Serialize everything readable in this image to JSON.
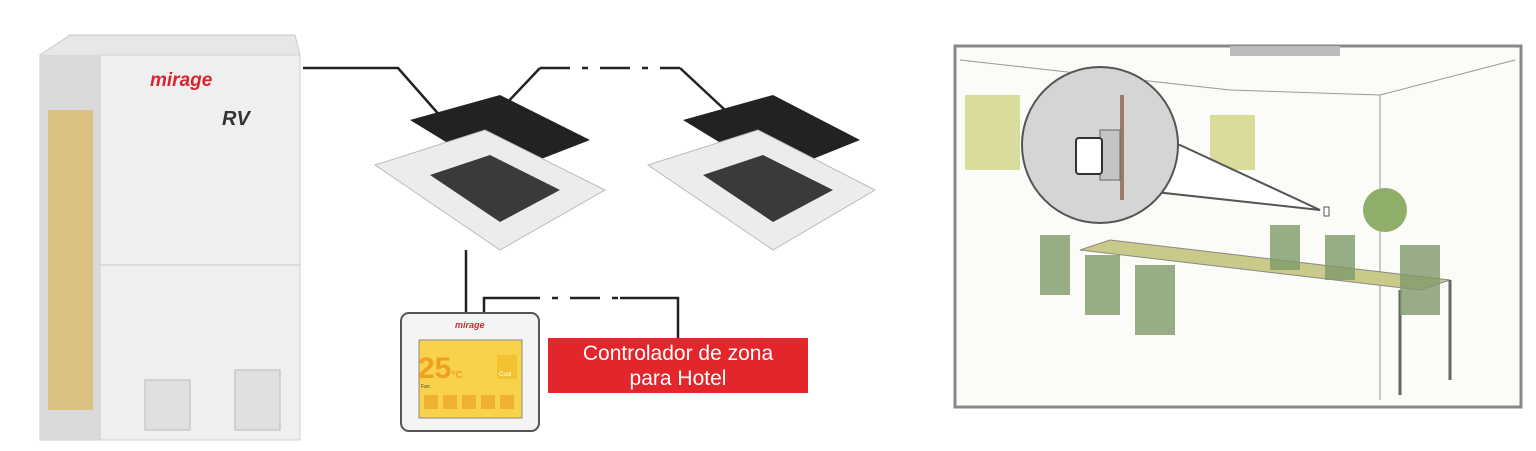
{
  "outdoor_unit": {
    "brand": "mirage",
    "model_badge": "RV"
  },
  "controller": {
    "brand": "mirage",
    "temperature": "25",
    "unit": "°C",
    "mode": "Cool",
    "fan_label": "Fan"
  },
  "label": {
    "line1": "Controlador de zona",
    "line2": "para Hotel"
  },
  "colors": {
    "label_bg": "#e3262b",
    "screen": "#f7d24a"
  }
}
